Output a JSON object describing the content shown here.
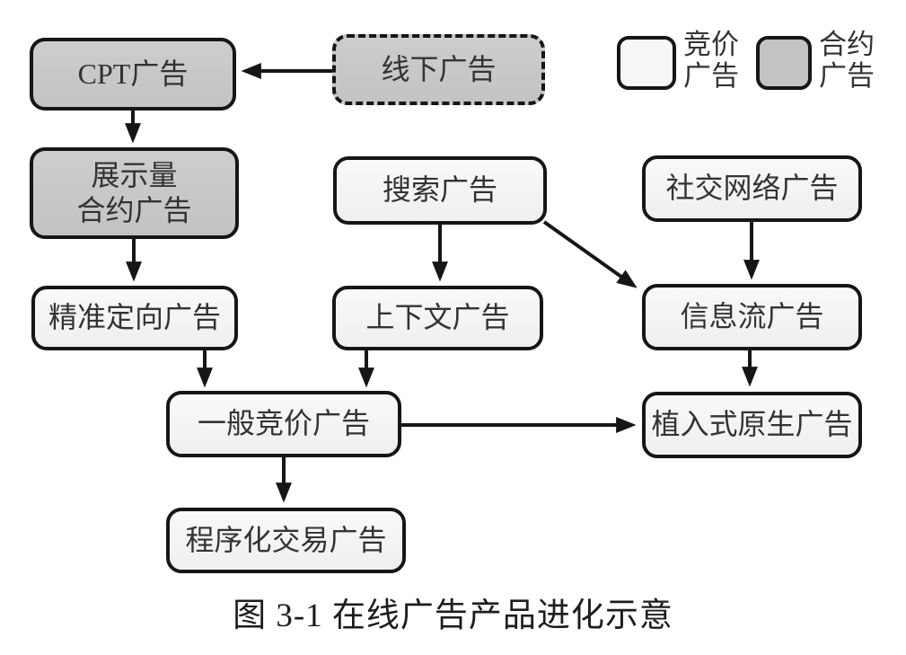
{
  "figure": {
    "caption": "图 3-1  在线广告产品进化示意"
  },
  "legend": {
    "auction_label": "竞价\n广告",
    "contract_label": "合约\n广告"
  },
  "nodes": {
    "cpt": {
      "label": "CPT广告",
      "type": "contract"
    },
    "offline": {
      "label": "线下广告",
      "type": "contract-dashed"
    },
    "display_contract": {
      "label": "展示量\n合约广告",
      "type": "contract"
    },
    "search": {
      "label": "搜索广告",
      "type": "auction"
    },
    "social": {
      "label": "社交网络广告",
      "type": "auction"
    },
    "targeted": {
      "label": "精准定向广告",
      "type": "auction"
    },
    "contextual": {
      "label": "上下文广告",
      "type": "auction"
    },
    "feed": {
      "label": "信息流广告",
      "type": "auction"
    },
    "general_auction": {
      "label": "一般竞价广告",
      "type": "auction"
    },
    "native": {
      "label": "植入式原生广告",
      "type": "auction"
    },
    "programmatic": {
      "label": "程序化交易广告",
      "type": "auction"
    }
  },
  "edges": [
    {
      "from": "offline",
      "to": "cpt"
    },
    {
      "from": "cpt",
      "to": "display_contract"
    },
    {
      "from": "display_contract",
      "to": "targeted"
    },
    {
      "from": "search",
      "to": "contextual"
    },
    {
      "from": "search",
      "to": "feed"
    },
    {
      "from": "social",
      "to": "feed"
    },
    {
      "from": "targeted",
      "to": "general_auction"
    },
    {
      "from": "contextual",
      "to": "general_auction"
    },
    {
      "from": "general_auction",
      "to": "native"
    },
    {
      "from": "feed",
      "to": "native"
    },
    {
      "from": "general_auction",
      "to": "programmatic"
    }
  ],
  "colors": {
    "contract_fill": "#c3c3c3",
    "auction_fill": "#f5f5f5",
    "line": "#161616"
  }
}
